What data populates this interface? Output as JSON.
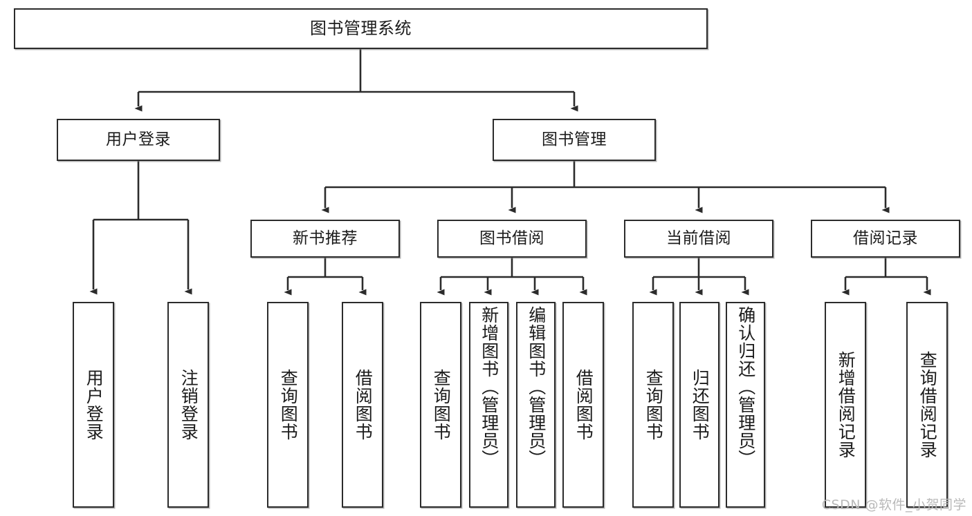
{
  "diagram": {
    "type": "tree-hierarchy",
    "title": "图书管理系统",
    "orientation": "top-down",
    "watermark": "CSDN @软件_小贺同学",
    "colors": {
      "box_border": "#2b2b2b",
      "box_fill": "#ffffff",
      "edge": "#2b2b2b",
      "text": "#1b1b1b",
      "watermark": "#b9b9b9"
    },
    "nodes": {
      "root": {
        "label": "图书管理系统",
        "level": 1
      },
      "login": {
        "label": "用户登录",
        "level": 2
      },
      "book_mgmt": {
        "label": "图书管理",
        "level": 2
      },
      "new_book_rec": {
        "label": "新书推荐",
        "level": 3
      },
      "book_borrow": {
        "label": "图书借阅",
        "level": 3
      },
      "current_borrow": {
        "label": "当前借阅",
        "level": 3
      },
      "borrow_record": {
        "label": "借阅记录",
        "level": 3
      },
      "leaf_user_login": {
        "label": "用户登录",
        "level": 4
      },
      "leaf_logout": {
        "label": "注销登录",
        "level": 4
      },
      "leaf_query_book_1": {
        "label": "查询图书",
        "level": 4
      },
      "leaf_borrow_book_1": {
        "label": "借阅图书",
        "level": 4
      },
      "leaf_query_book_2": {
        "label": "查询图书",
        "level": 4
      },
      "leaf_add_book": {
        "label": "新增图书（管理员）",
        "level": 4
      },
      "leaf_edit_book": {
        "label": "编辑图书（管理员）",
        "level": 4
      },
      "leaf_borrow_book_2": {
        "label": "借阅图书",
        "level": 4
      },
      "leaf_query_book_3": {
        "label": "查询图书",
        "level": 4
      },
      "leaf_return_book": {
        "label": "归还图书",
        "level": 4
      },
      "leaf_confirm_return": {
        "label": "确认归还（管理员）",
        "level": 4
      },
      "leaf_add_record": {
        "label": "新增借阅记录",
        "level": 4
      },
      "leaf_query_record": {
        "label": "查询借阅记录",
        "level": 4
      }
    },
    "edges": [
      {
        "from": "root",
        "to": "login"
      },
      {
        "from": "root",
        "to": "book_mgmt"
      },
      {
        "from": "login",
        "to": "leaf_user_login"
      },
      {
        "from": "login",
        "to": "leaf_logout"
      },
      {
        "from": "book_mgmt",
        "to": "new_book_rec"
      },
      {
        "from": "book_mgmt",
        "to": "book_borrow"
      },
      {
        "from": "book_mgmt",
        "to": "current_borrow"
      },
      {
        "from": "book_mgmt",
        "to": "borrow_record"
      },
      {
        "from": "new_book_rec",
        "to": "leaf_query_book_1"
      },
      {
        "from": "new_book_rec",
        "to": "leaf_borrow_book_1"
      },
      {
        "from": "book_borrow",
        "to": "leaf_query_book_2"
      },
      {
        "from": "book_borrow",
        "to": "leaf_add_book"
      },
      {
        "from": "book_borrow",
        "to": "leaf_edit_book"
      },
      {
        "from": "book_borrow",
        "to": "leaf_borrow_book_2"
      },
      {
        "from": "current_borrow",
        "to": "leaf_query_book_3"
      },
      {
        "from": "current_borrow",
        "to": "leaf_return_book"
      },
      {
        "from": "current_borrow",
        "to": "leaf_confirm_return"
      },
      {
        "from": "borrow_record",
        "to": "leaf_add_record"
      },
      {
        "from": "borrow_record",
        "to": "leaf_query_record"
      }
    ]
  }
}
